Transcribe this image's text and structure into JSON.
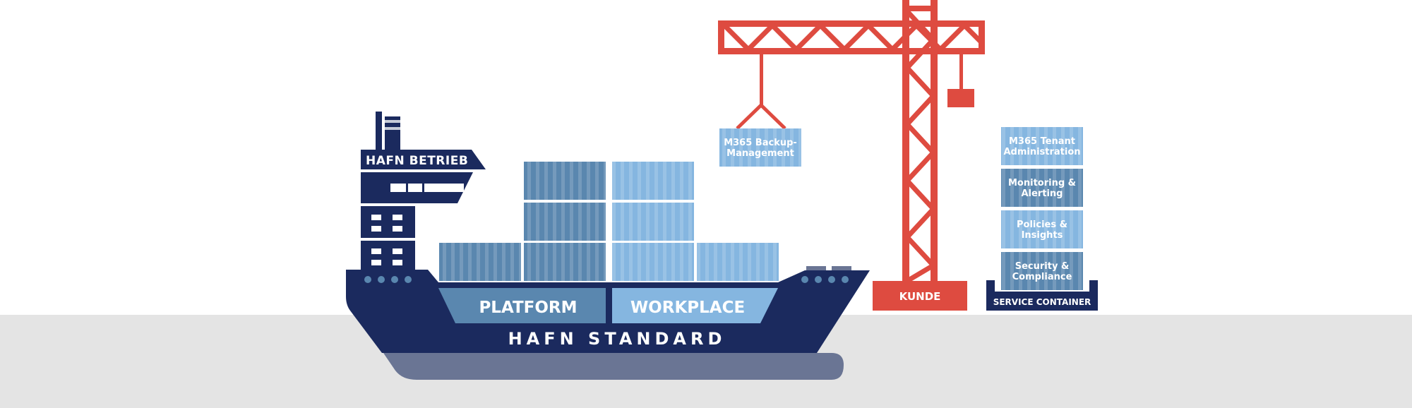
{
  "colors": {
    "navy": "#1b2a5e",
    "hull_bottom": "#6a7594",
    "water": "#e4e4e4",
    "container_dark": "#5a87af",
    "container_light": "#85b6e0",
    "crane_red": "#de4b40",
    "white": "#ffffff"
  },
  "ship": {
    "bridge_label": "HAFN BETRIEB",
    "hull_label": "HAFN STANDARD",
    "deck_labels": {
      "platform": "PLATFORM",
      "workplace": "WORKPLACE"
    }
  },
  "crane": {
    "load_line1": "M365 Backup-",
    "load_line2": "Management",
    "base_label": "KUNDE"
  },
  "service_stack": {
    "base_label": "SERVICE CONTAINER",
    "items": [
      {
        "line1": "M365 Tenant",
        "line2": "Administration"
      },
      {
        "line1": "Monitoring &",
        "line2": "Alerting"
      },
      {
        "line1": "Policies &",
        "line2": "Insights"
      },
      {
        "line1": "Security &",
        "line2": "Compliance"
      }
    ]
  }
}
